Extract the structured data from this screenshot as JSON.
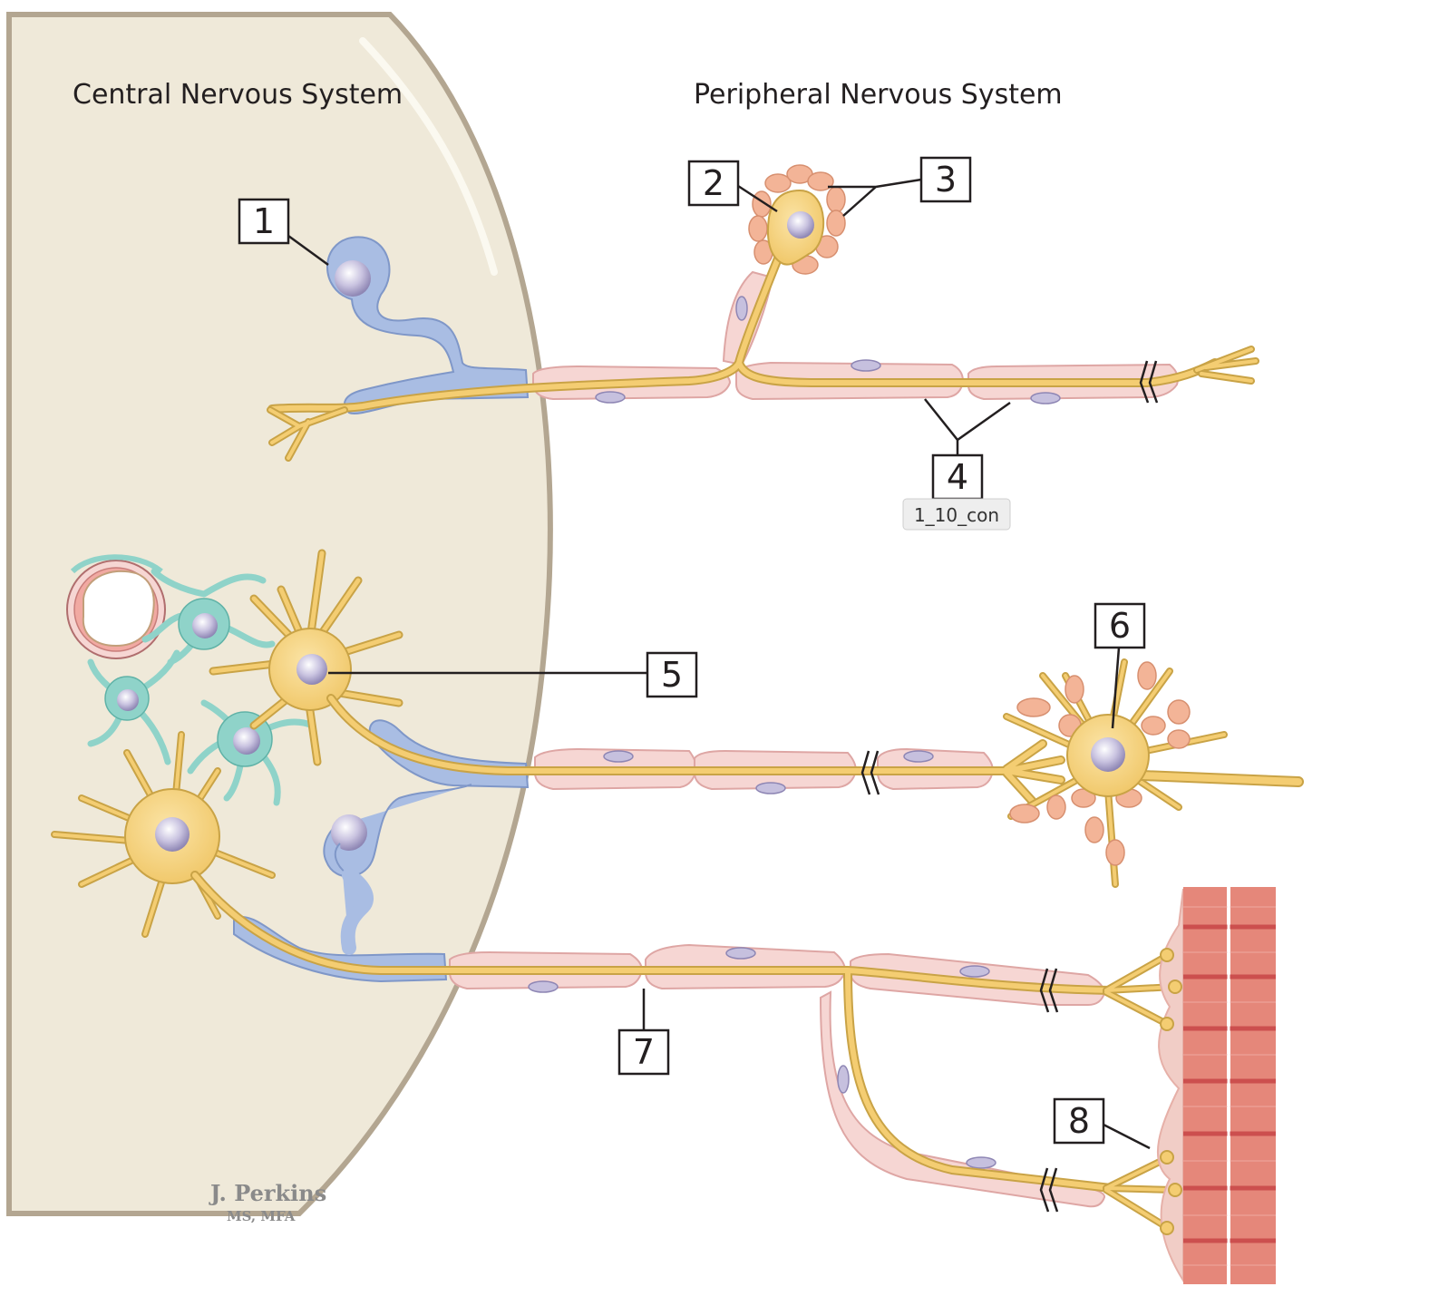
{
  "regions": {
    "cns_title": "Central Nervous System",
    "pns_title": "Peripheral Nervous System"
  },
  "labels": [
    {
      "id": "1",
      "text": "1"
    },
    {
      "id": "2",
      "text": "2"
    },
    {
      "id": "3",
      "text": "3"
    },
    {
      "id": "4",
      "text": "4"
    },
    {
      "id": "5",
      "text": "5"
    },
    {
      "id": "6",
      "text": "6"
    },
    {
      "id": "7",
      "text": "7"
    },
    {
      "id": "8",
      "text": "8"
    }
  ],
  "tooltip": {
    "text": "1_10_con"
  },
  "signature": {
    "name": "J. Perkins",
    "credentials": "MS, MFA"
  },
  "colors": {
    "cns_fill": "#efe9d9",
    "cns_border": "#b3a691",
    "axon": "#f4cd72",
    "axon_edge": "#c9a346",
    "myelin_pns": "#f6d6d3",
    "myelin_edge": "#dea6a4",
    "myelin_cns": "#a9bde3",
    "glia": "#8fd3c9",
    "satellite": "#f3b497",
    "nucleus": "#c6c0de",
    "muscle": "#e5877a",
    "muscle_band": "#cc4f4e"
  }
}
